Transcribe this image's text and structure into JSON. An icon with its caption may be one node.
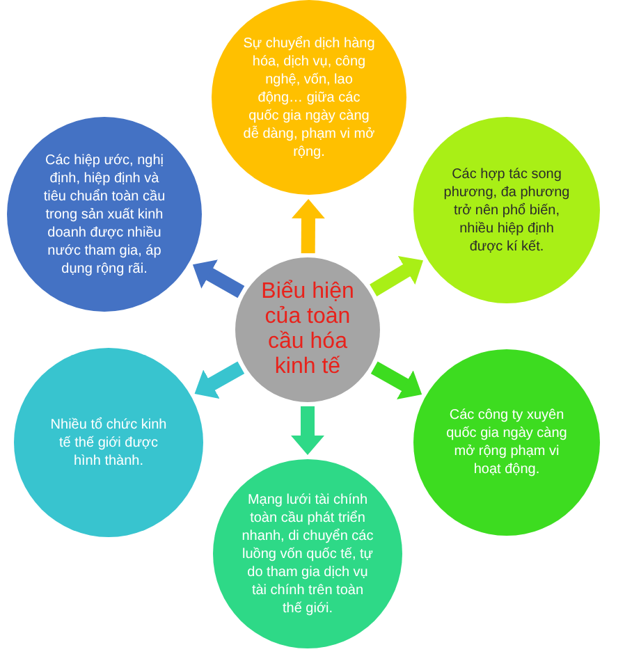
{
  "diagram": {
    "nodes": [
      {
        "text": [
          "Biểu hiện của toàn cầu hóa kinh tế"
        ]
      },
      {
        "text": [
          "Sự chuyển dịch hàng hóa, dịch vụ, công nghệ, vốn, lao động… giữa các quốc gia ngày càng dễ dàng, phạm vi mở rộng."
        ]
      },
      {
        "text": [
          "Các hợp tác song phương, đa phương trở nên phổ biến, nhiều hiệp định được kí kết."
        ]
      },
      {
        "text": [
          "Các công ty xuyên quốc gia ngày càng mở rộng phạm vi hoạt động."
        ]
      },
      {
        "text": [
          "Mạng lưới tài chính toàn cầu phát triển nhanh, di chuyển các luồng vốn quốc tế, tự do tham gia dịch vụ tài chính trên toàn thế giới."
        ]
      },
      {
        "text": [
          "Nhiều tổ chức kinh tế thế giới được hình thành."
        ]
      },
      {
        "text": [
          "Các hiệp ước, nghị định, hiệp định và tiêu chuẩn toàn cầu trong sản xuất kinh doanh được nhiều nước tham gia, áp dụng rộng rãi."
        ]
      }
    ],
    "edges": [
      {
        "from": 0,
        "to": 1,
        "arrow": "to",
        "color": "#ffc000"
      },
      {
        "from": 0,
        "to": 2,
        "arrow": "to",
        "color": "#a9ef16"
      },
      {
        "from": 0,
        "to": 3,
        "arrow": "to",
        "color": "#3ddc20"
      },
      {
        "from": 0,
        "to": 4,
        "arrow": "to",
        "color": "#2ed987"
      },
      {
        "from": 0,
        "to": 5,
        "arrow": "to",
        "color": "#38c4cf"
      },
      {
        "from": 0,
        "to": 6,
        "arrow": "to",
        "color": "#4472c4"
      }
    ]
  }
}
